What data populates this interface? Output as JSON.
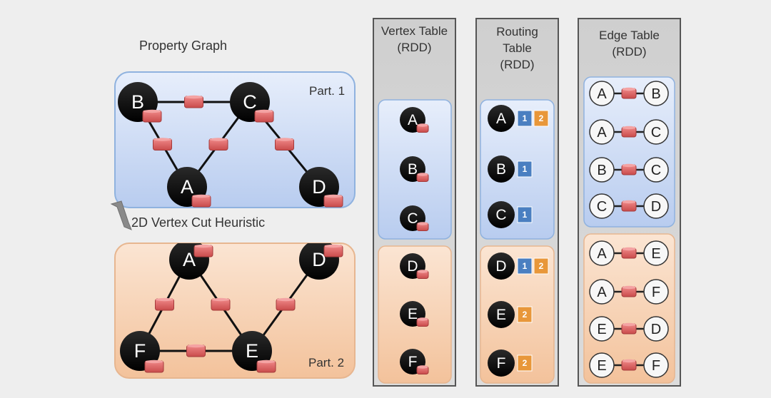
{
  "headings": {
    "property_graph": "Property Graph",
    "cut_heuristic": "2D Vertex Cut Heuristic",
    "part1": "Part. 1",
    "part2": "Part. 2"
  },
  "panels": {
    "vertex_table": {
      "line1": "Vertex Table",
      "line2": "(RDD)"
    },
    "routing_table": {
      "line1": "Routing",
      "line2": "Table",
      "line3": "(RDD)"
    },
    "edge_table": {
      "line1": "Edge Table",
      "line2": "(RDD)"
    }
  },
  "graph_part1": {
    "vertices": [
      "B",
      "C",
      "A",
      "D"
    ],
    "edges": [
      [
        "B",
        "C"
      ],
      [
        "B",
        "A"
      ],
      [
        "C",
        "A"
      ],
      [
        "C",
        "D"
      ]
    ]
  },
  "graph_part2": {
    "vertices": [
      "A",
      "D",
      "F",
      "E"
    ],
    "edges": [
      [
        "A",
        "F"
      ],
      [
        "A",
        "E"
      ],
      [
        "F",
        "E"
      ],
      [
        "E",
        "D"
      ]
    ]
  },
  "vertex_table": {
    "partition1": [
      "A",
      "B",
      "C"
    ],
    "partition2": [
      "D",
      "E",
      "F"
    ]
  },
  "routing_table": {
    "partition1": [
      {
        "vertex": "A",
        "parts": [
          "1",
          "2"
        ]
      },
      {
        "vertex": "B",
        "parts": [
          "1"
        ]
      },
      {
        "vertex": "C",
        "parts": [
          "1"
        ]
      }
    ],
    "partition2": [
      {
        "vertex": "D",
        "parts": [
          "1",
          "2"
        ]
      },
      {
        "vertex": "E",
        "parts": [
          "2"
        ]
      },
      {
        "vertex": "F",
        "parts": [
          "2"
        ]
      }
    ]
  },
  "edge_table": {
    "partition1": [
      [
        "A",
        "B"
      ],
      [
        "A",
        "C"
      ],
      [
        "B",
        "C"
      ],
      [
        "C",
        "D"
      ]
    ],
    "partition2": [
      [
        "A",
        "E"
      ],
      [
        "A",
        "F"
      ],
      [
        "E",
        "D"
      ],
      [
        "E",
        "F"
      ]
    ]
  },
  "colors": {
    "part1_fill": "#c9d9f3",
    "part2_fill": "#f6ccab",
    "part1_border": "#7ea7d8",
    "part2_border": "#e5b48a",
    "vertex": "#0a0a0a",
    "property": "#e06666",
    "badge1": "#4a7fc1",
    "badge2": "#e8973a",
    "table_bg": "#d4d4d4"
  }
}
